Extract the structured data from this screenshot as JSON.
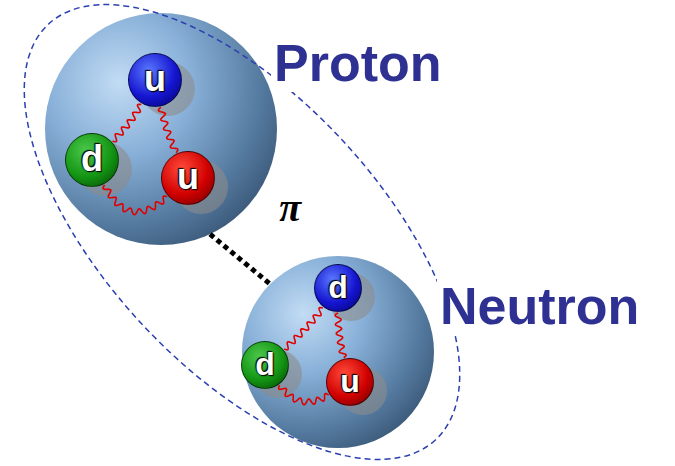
{
  "diagram": {
    "nodes": [
      {
        "text": [
          "Proton"
        ]
      },
      {
        "text": [
          "u"
        ],
        "in": 0
      },
      {
        "text": [
          "d"
        ],
        "in": 0
      },
      {
        "text": [
          "u"
        ],
        "in": 0
      },
      {
        "text": [
          "Neutron"
        ]
      },
      {
        "text": [
          "d"
        ],
        "in": 4
      },
      {
        "text": [
          "d"
        ],
        "in": 4
      },
      {
        "text": [
          "u"
        ],
        "in": 4
      }
    ],
    "edges": [
      {
        "from": 0,
        "to": 4,
        "arrow": "none",
        "label": "π"
      },
      {
        "from": 1,
        "to": 2,
        "arrow": "none"
      },
      {
        "from": 1,
        "to": 3,
        "arrow": "none"
      },
      {
        "from": 2,
        "to": 3,
        "arrow": "none"
      },
      {
        "from": 5,
        "to": 6,
        "arrow": "none"
      },
      {
        "from": 5,
        "to": 7,
        "arrow": "none"
      },
      {
        "from": 6,
        "to": 7,
        "arrow": "none"
      }
    ]
  }
}
